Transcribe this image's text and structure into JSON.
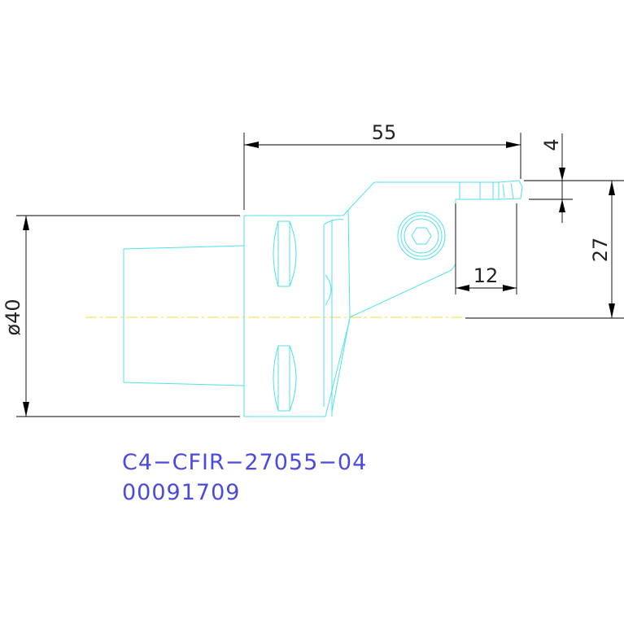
{
  "dimensions": {
    "length": "55",
    "tip_height": "4",
    "offset": "27",
    "insert_length": "12",
    "diameter": "ø40"
  },
  "product": {
    "code": "C4−CFIR−27055−04",
    "number": "00091709"
  },
  "colors": {
    "outline": "#52e0ec",
    "dimension": "#000000",
    "centerline": "#ffd838",
    "text": "#4a4ae0"
  }
}
